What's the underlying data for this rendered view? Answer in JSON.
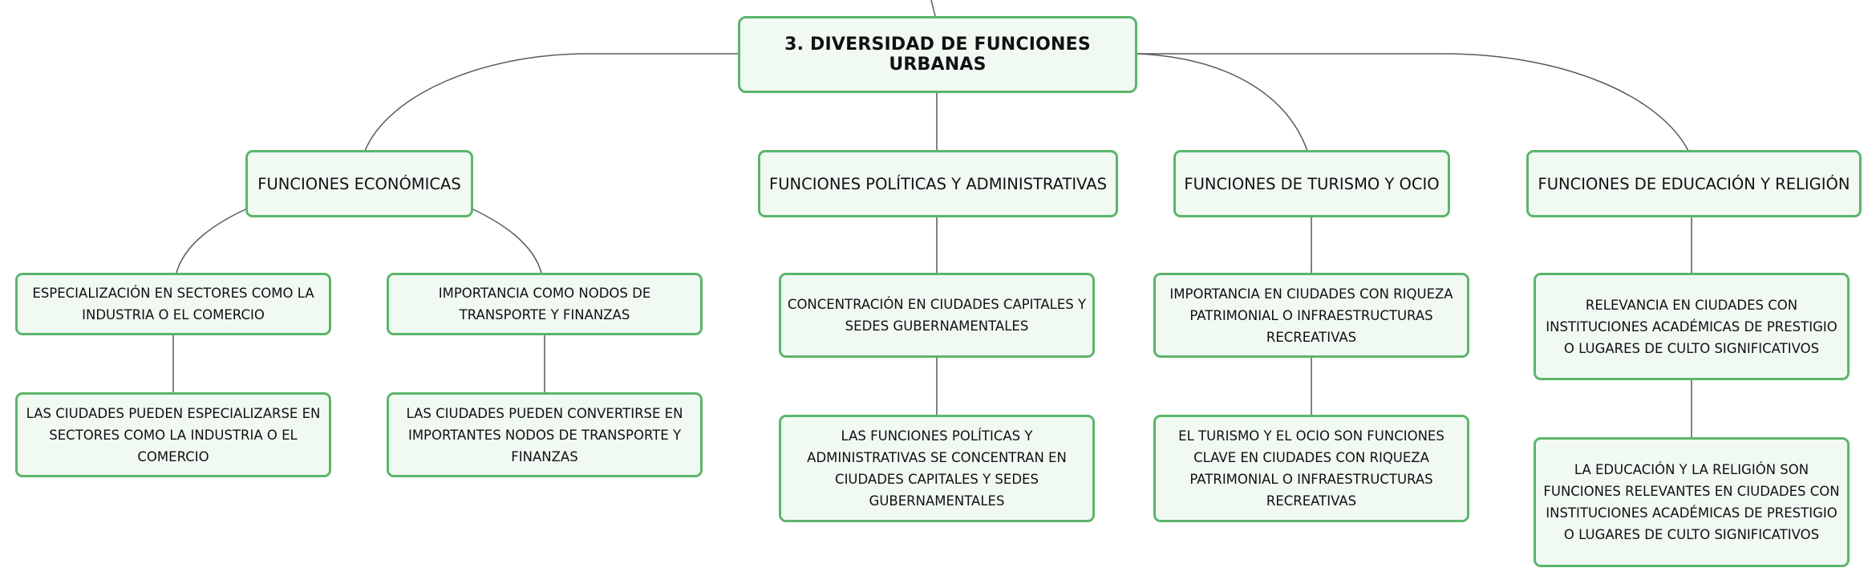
{
  "root": {
    "label": "3. DIVERSIDAD DE FUNCIONES URBANAS"
  },
  "branches": [
    {
      "label": "FUNCIONES ECONÓMICAS",
      "children": [
        {
          "label": "ESPECIALIZACIÓN EN SECTORES COMO LA INDUSTRIA O EL COMERCIO",
          "detail": "LAS CIUDADES PUEDEN ESPECIALIZARSE EN SECTORES COMO LA INDUSTRIA O EL COMERCIO"
        },
        {
          "label": "IMPORTANCIA COMO NODOS DE TRANSPORTE Y FINANZAS",
          "detail": "LAS CIUDADES PUEDEN CONVERTIRSE EN IMPORTANTES NODOS DE TRANSPORTE Y FINANZAS"
        }
      ]
    },
    {
      "label": "FUNCIONES POLÍTICAS Y ADMINISTRATIVAS",
      "children": [
        {
          "label": "CONCENTRACIÓN EN CIUDADES CAPITALES Y SEDES GUBERNAMENTALES",
          "detail": "LAS FUNCIONES POLÍTICAS Y ADMINISTRATIVAS SE CONCENTRAN EN CIUDADES CAPITALES Y SEDES GUBERNAMENTALES"
        }
      ]
    },
    {
      "label": "FUNCIONES DE TURISMO Y OCIO",
      "children": [
        {
          "label": "IMPORTANCIA EN CIUDADES CON RIQUEZA PATRIMONIAL O INFRAESTRUCTURAS RECREATIVAS",
          "detail": "EL TURISMO Y EL OCIO SON FUNCIONES CLAVE EN CIUDADES CON RIQUEZA PATRIMONIAL O INFRAESTRUCTURAS RECREATIVAS"
        }
      ]
    },
    {
      "label": "FUNCIONES DE EDUCACIÓN Y RELIGIÓN",
      "children": [
        {
          "label": "RELEVANCIA EN CIUDADES CON INSTITUCIONES ACADÉMICAS DE PRESTIGIO O LUGARES DE CULTO SIGNIFICATIVOS",
          "detail": "LA EDUCACIÓN Y LA RELIGIÓN SON FUNCIONES RELEVANTES EN CIUDADES CON INSTITUCIONES ACADÉMICAS DE PRESTIGIO O LUGARES DE CULTO SIGNIFICATIVOS"
        }
      ]
    }
  ]
}
